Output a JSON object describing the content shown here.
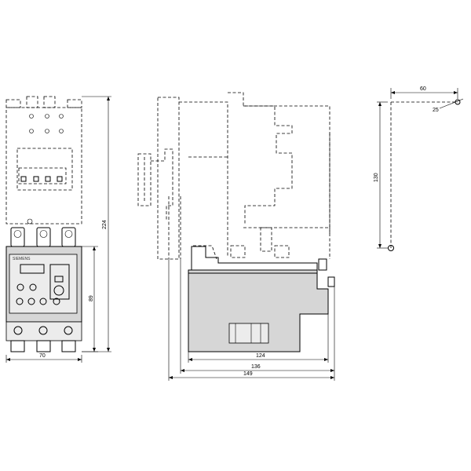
{
  "front_view": {
    "width_dim": "70",
    "height_dim": "89",
    "total_height_dim": "224",
    "brand_label": "SIEMENS"
  },
  "side_view": {
    "dims": [
      "124",
      "136",
      "149"
    ]
  },
  "clearance_view": {
    "horizontal_dim": "60",
    "vertical_dim": "130",
    "angle_dim": "25"
  }
}
